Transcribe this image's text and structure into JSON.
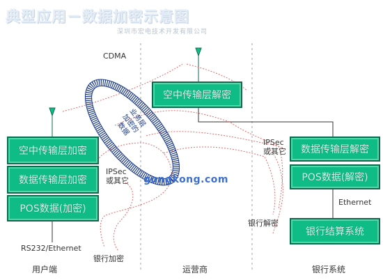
{
  "header": {
    "title": "典型应用－数据加密示意图",
    "subtitle": "深圳市宏电技术开发有限公司"
  },
  "links": {
    "cdma": "CDMA",
    "ethernet": "Ethernet",
    "rs232": "RS232/Ethernet"
  },
  "user_side": {
    "boxes": [
      "空中传输层加密",
      "数据传输层加密",
      "POS数据(加密)"
    ],
    "caption": "用户端"
  },
  "operator_side": {
    "box": "空中传输层解密",
    "caption": "运营商"
  },
  "bank_side": {
    "boxes": [
      "数据传输层解密",
      "POS数据(解密)",
      "银行结算系统"
    ],
    "caption": "银行系统"
  },
  "annotations": {
    "ipsec_left": [
      "IPSec",
      "或其它"
    ],
    "ipsec_right": [
      "IPSec",
      "或其它"
    ],
    "bank_encrypt": "银行加密",
    "bank_decrypt": "银行解密",
    "ring": [
      "业务层",
      "加密的",
      "数据"
    ]
  },
  "watermark": "gongkong.com"
}
